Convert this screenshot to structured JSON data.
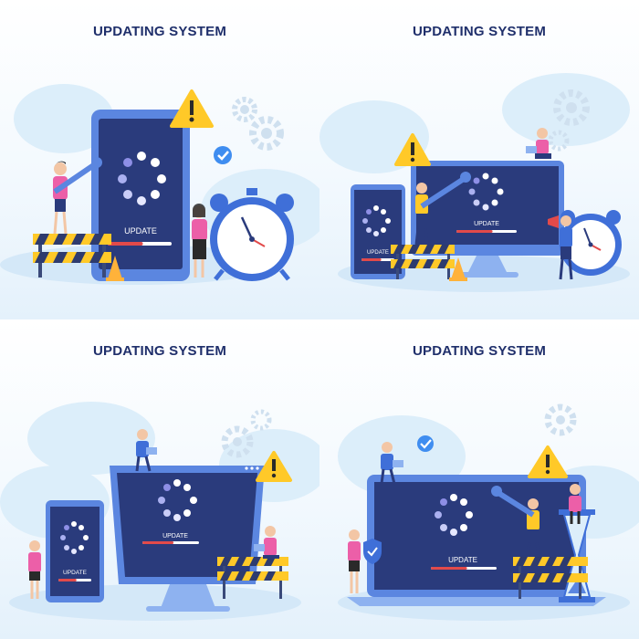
{
  "panels": [
    {
      "title": "UPDATING SYSTEM",
      "update_label": "UPDATE",
      "progress": 0.55
    },
    {
      "title": "UPDATING SYSTEM",
      "update_label": "UPDATE",
      "update_label_small": "UPDATE",
      "progress": 0.6
    },
    {
      "title": "UPDATING SYSTEM",
      "update_label": "UPDATE",
      "update_label_small": "UPDATE",
      "progress": 0.55
    },
    {
      "title": "UPDATING SYSTEM",
      "update_label": "UPDATE",
      "progress": 0.55
    }
  ],
  "colors": {
    "screen": "#2a3b7c",
    "frame": "#5b86e0",
    "accent_red": "#e24a4a",
    "warning": "#ffc928",
    "pink": "#ec5fa8",
    "title": "#1f2f6b"
  },
  "icons": [
    "warning-icon",
    "gear-icon",
    "check-icon",
    "alarm-clock-icon",
    "wrench-icon",
    "barrier-icon",
    "traffic-cone-icon",
    "hourglass-icon",
    "shield-icon",
    "megaphone-icon",
    "laptop-icon"
  ]
}
